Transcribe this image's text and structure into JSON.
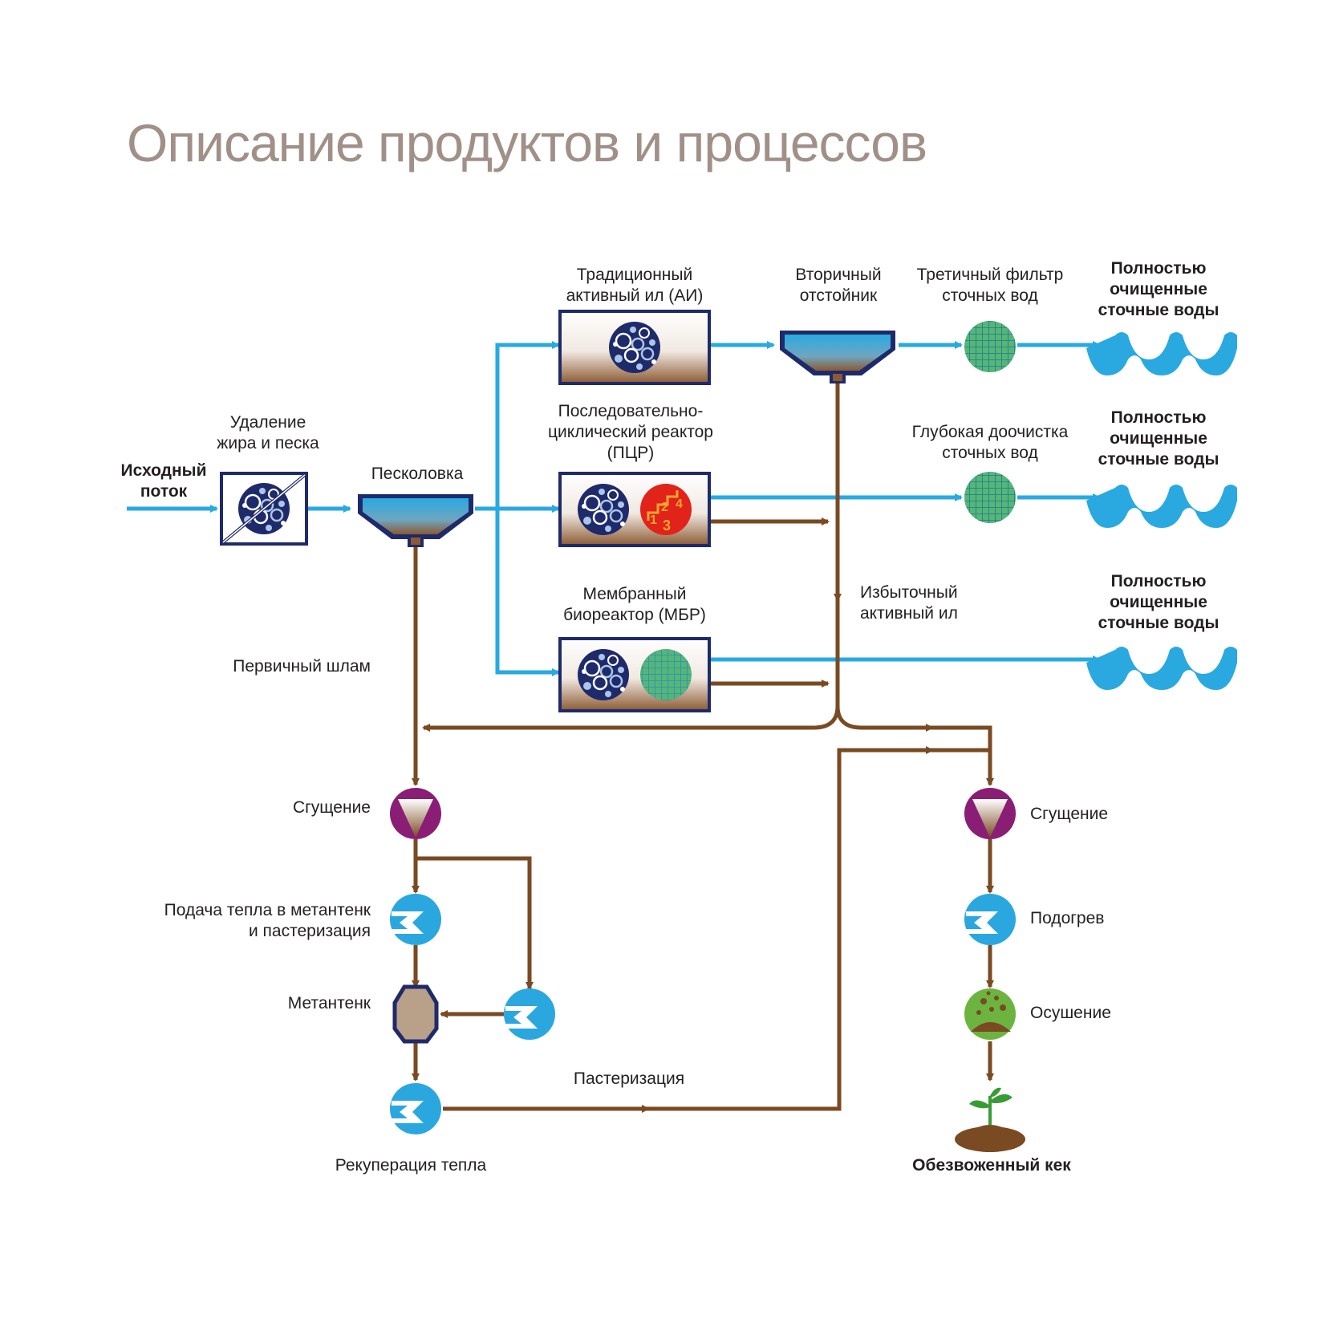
{
  "title": "Описание продуктов и процессов",
  "colors": {
    "water": "#29a9e0",
    "sludge": "#7a4a22",
    "navy": "#1f2a6b",
    "title": "#a19088",
    "thickener": "#8a1e74",
    "heater": "#2aa7df",
    "filter": "#56b678",
    "dryer": "#6cb43f",
    "digester": "#b9a089",
    "sbr_red": "#e2231a"
  },
  "labels": {
    "influent": "Исходный\nпоток",
    "grease_grit": "Удаление\nжира и песка",
    "grit_chamber": "Песколовка",
    "cas": "Традиционный\nактивный ил (АИ)",
    "secondary_clarifier": "Вторичный\nотстойник",
    "tertiary_filter": "Третичный фильтр\nсточных вод",
    "effluent_1": "Полностью\nочищенные\nсточные воды",
    "sbr": "Последовательно-\nциклический реактор\n(ПЦР)",
    "deep_treatment": "Глубокая доочистка\nсточных вод",
    "effluent_2": "Полностью\nочищенные\nсточные воды",
    "mbr": "Мембранный\nбиореактор (МБР)",
    "was": "Избыточный\nактивный ил",
    "effluent_3": "Полностью\nочищенные\nсточные воды",
    "primary_sludge": "Первичный шлам",
    "thickening_left": "Сгущение",
    "heat_digester": "Подача тепла в метантенк\nи пастеризация",
    "digester": "Метантенк",
    "pasteurization": "Пастеризация",
    "heat_recovery": "Рекуперация тепла",
    "thickening_right": "Сгущение",
    "heating": "Подогрев",
    "drying": "Осушение",
    "cake": "Обезвоженный кек"
  },
  "icons": {
    "influent_screen": "screen-bacteria-icon",
    "grit": "grit-chamber-icon",
    "cas_tank": "activated-sludge-tank-icon",
    "clarifier": "clarifier-icon",
    "filter": "mesh-filter-icon",
    "effluent": "clean-water-wave-icon",
    "sbr_sequence": "sequence-1234-icon",
    "thickener": "thickener-icon",
    "heater": "heat-exchanger-icon",
    "digester": "digester-icon",
    "dryer": "drying-icon",
    "plant": "sprout-icon"
  }
}
